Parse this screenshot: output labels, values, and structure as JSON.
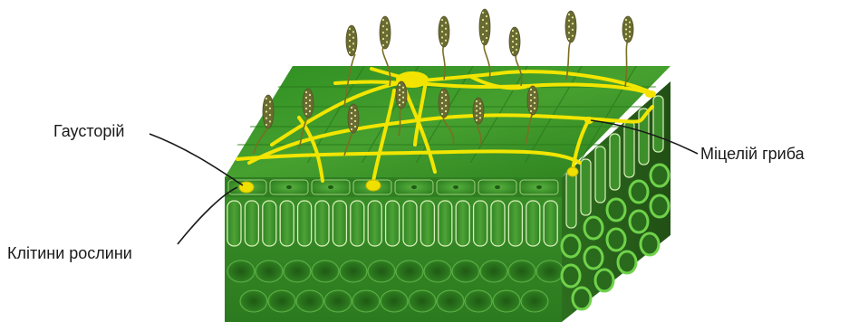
{
  "labels": {
    "haustorium": "Гаусторій",
    "mycelium": "Міцелій гриба",
    "plant_cells": "Клітини рослини"
  },
  "colors": {
    "leaf_top": "#3f9a2b",
    "leaf_top_dark": "#2f7a1f",
    "leaf_front": "#3c8a2a",
    "leaf_side": "#2c6a1c",
    "cell_outline": "#cfe9b0",
    "hypha": "#f1e600",
    "sporangiophore_stalk": "#7a7a2a",
    "spore_body": "#6b6b3a",
    "spore_dots": "#d9e88a",
    "text": "#1a1a1a"
  }
}
